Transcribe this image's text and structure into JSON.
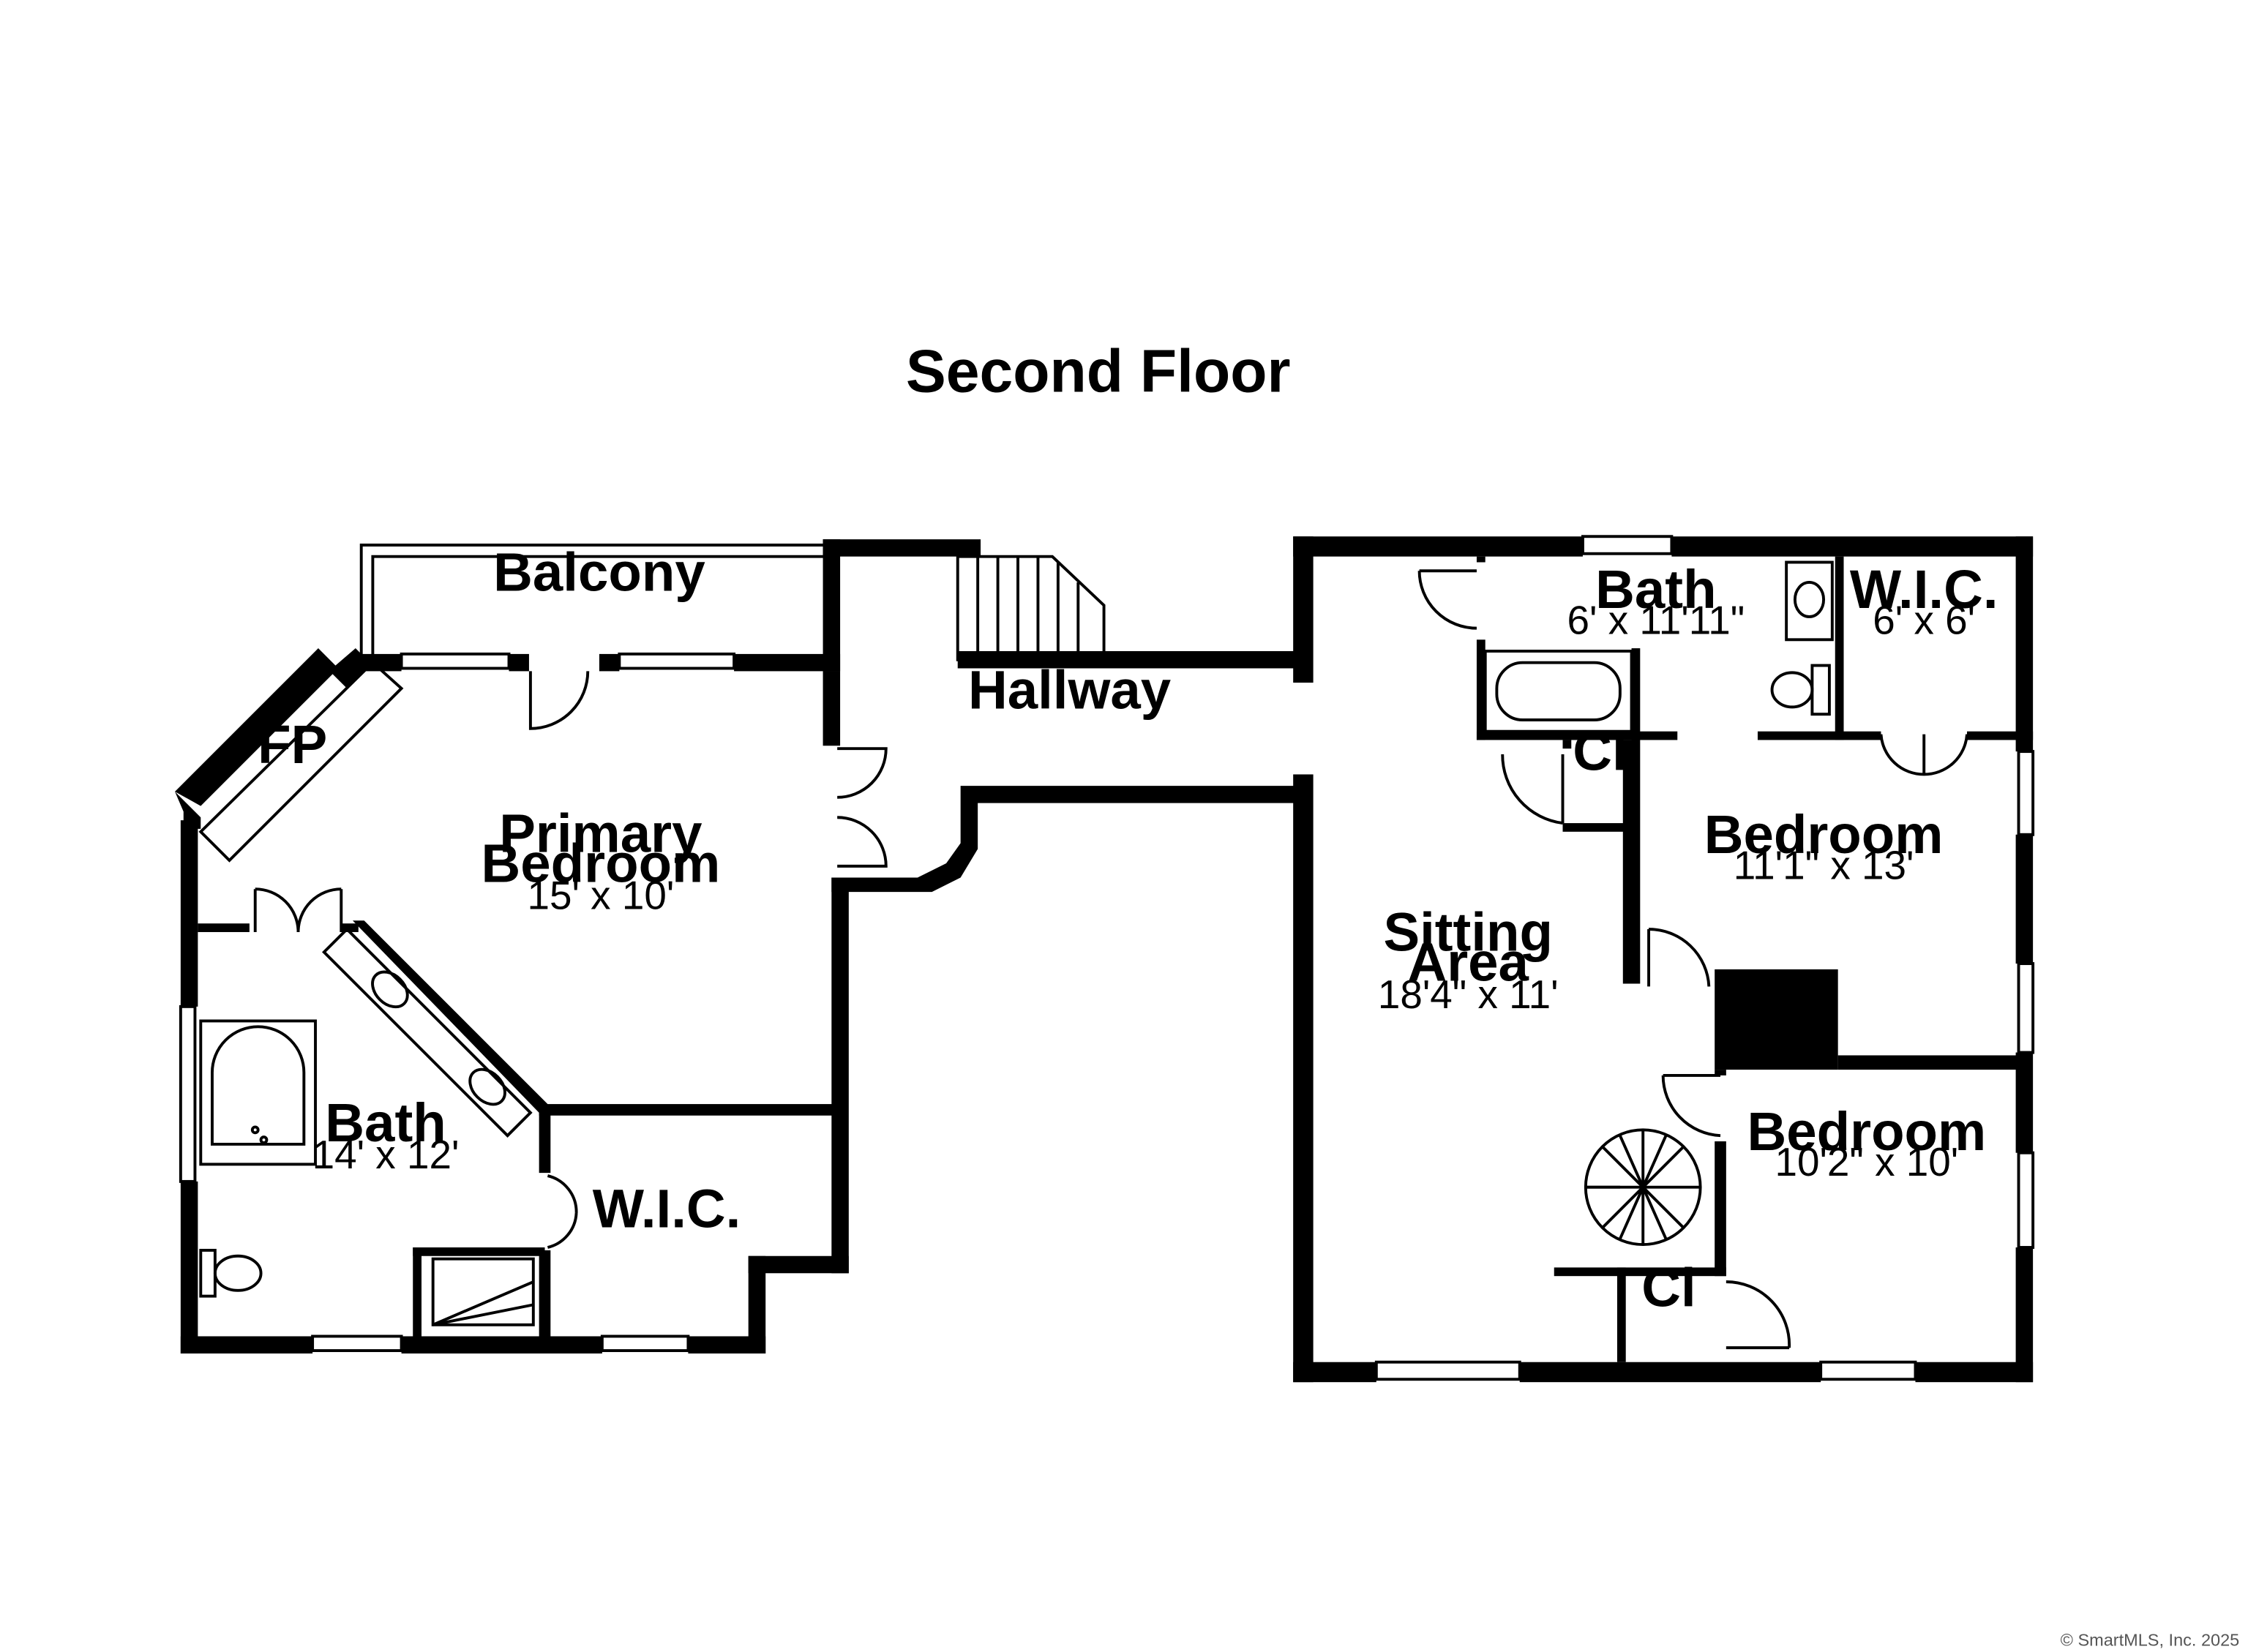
{
  "title": "Second Floor",
  "rooms": {
    "balcony": {
      "name": "Balcony"
    },
    "hallway": {
      "name": "Hallway"
    },
    "fp": {
      "name": "FP"
    },
    "primary_bedroom": {
      "name_line1": "Primary",
      "name_line2": "Bedroom",
      "dims": "15' x 10'"
    },
    "primary_bath": {
      "name": "Bath",
      "dims": "14' x 12'"
    },
    "primary_wic": {
      "name": "W.I.C."
    },
    "hall_bath": {
      "name": "Bath",
      "dims": "6' x 11'11\""
    },
    "wic_small": {
      "name": "W.I.C.",
      "dims": "6' x 6'"
    },
    "closet_upper": {
      "name": "Cl"
    },
    "closet_lower": {
      "name": "Cl"
    },
    "bedroom_1": {
      "name": "Bedroom",
      "dims": "11'1\" x 13'"
    },
    "bedroom_2": {
      "name": "Bedroom",
      "dims": "10'2\" x 10'"
    },
    "sitting_area": {
      "name_line1": "Sitting",
      "name_line2": "Area",
      "dims": "18'4\" x 11'"
    }
  },
  "copyright": "© SmartMLS, Inc. 2025"
}
